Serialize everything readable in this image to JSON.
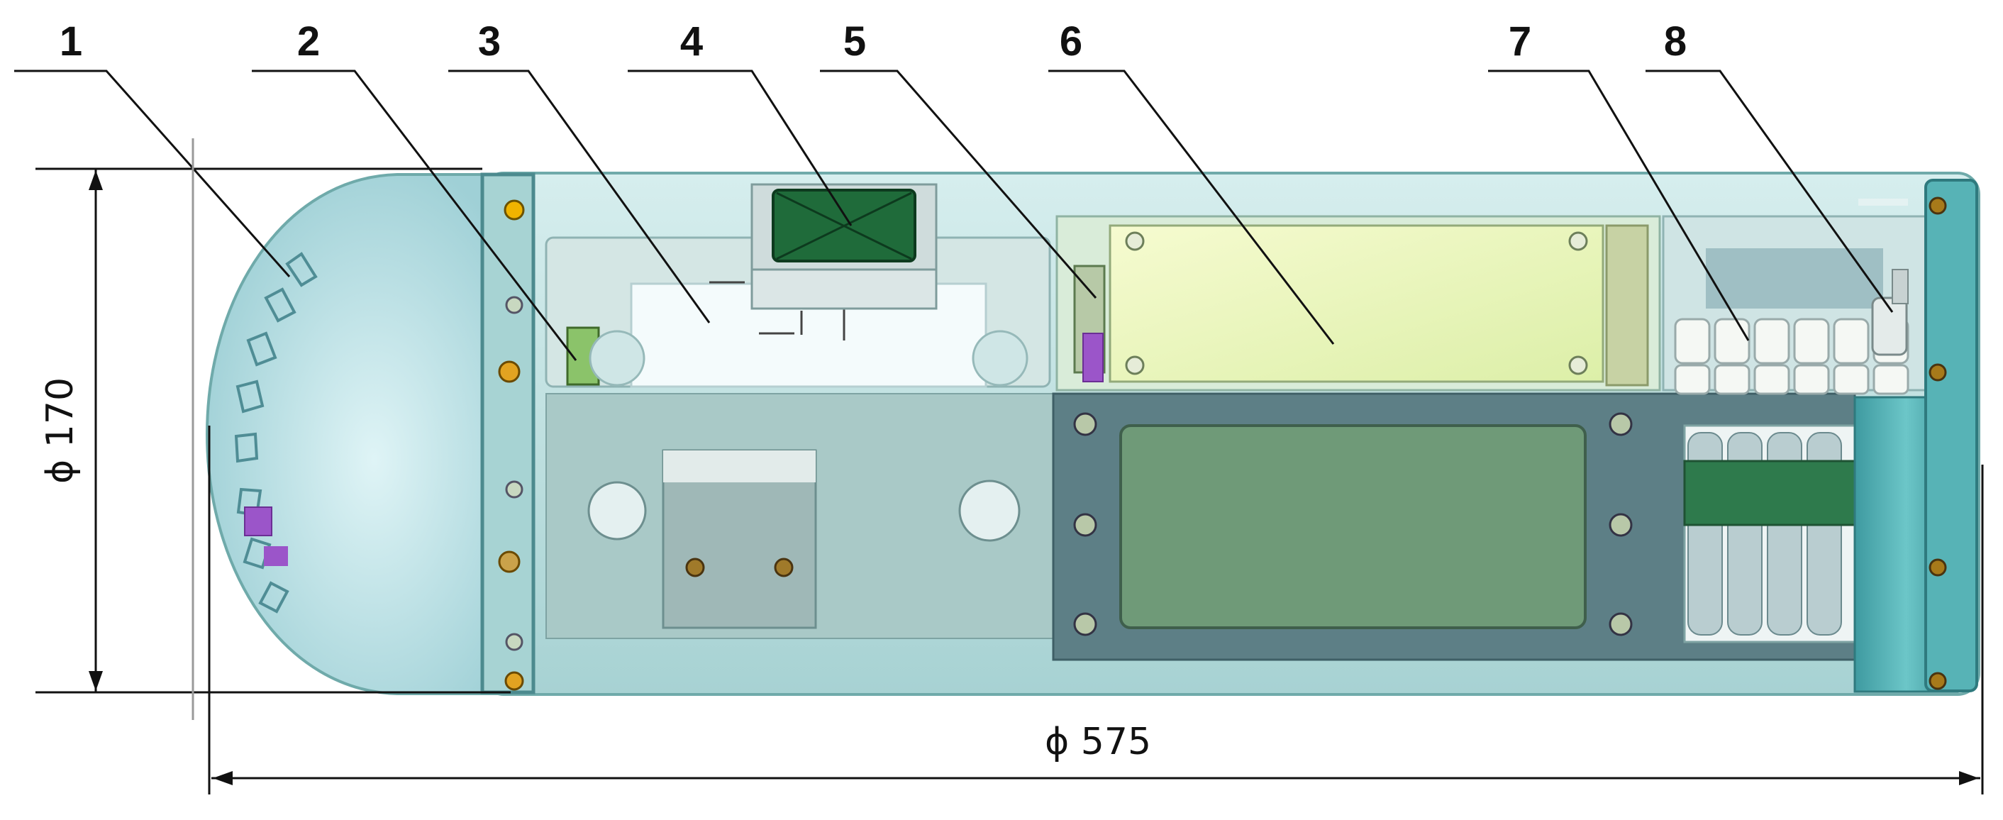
{
  "labels": [
    {
      "id": "1",
      "text": "1"
    },
    {
      "id": "2",
      "text": "2"
    },
    {
      "id": "3",
      "text": "3"
    },
    {
      "id": "4",
      "text": "4"
    },
    {
      "id": "5",
      "text": "5"
    },
    {
      "id": "6",
      "text": "6"
    },
    {
      "id": "7",
      "text": "7"
    },
    {
      "id": "8",
      "text": "8"
    }
  ],
  "dimensions": {
    "height": "ϕ 170",
    "length": "ϕ 575"
  },
  "colors": {
    "shell": "#bfe3e3",
    "shell_edge": "#7fb8b8",
    "dome": "#b9dfe4",
    "plate": "#5d7f86",
    "window": "#6f9a78",
    "battery": "#eef7b8",
    "board": "#1f6b3a",
    "chip": "#9b55c9",
    "end_cap": "#58b2b6"
  }
}
